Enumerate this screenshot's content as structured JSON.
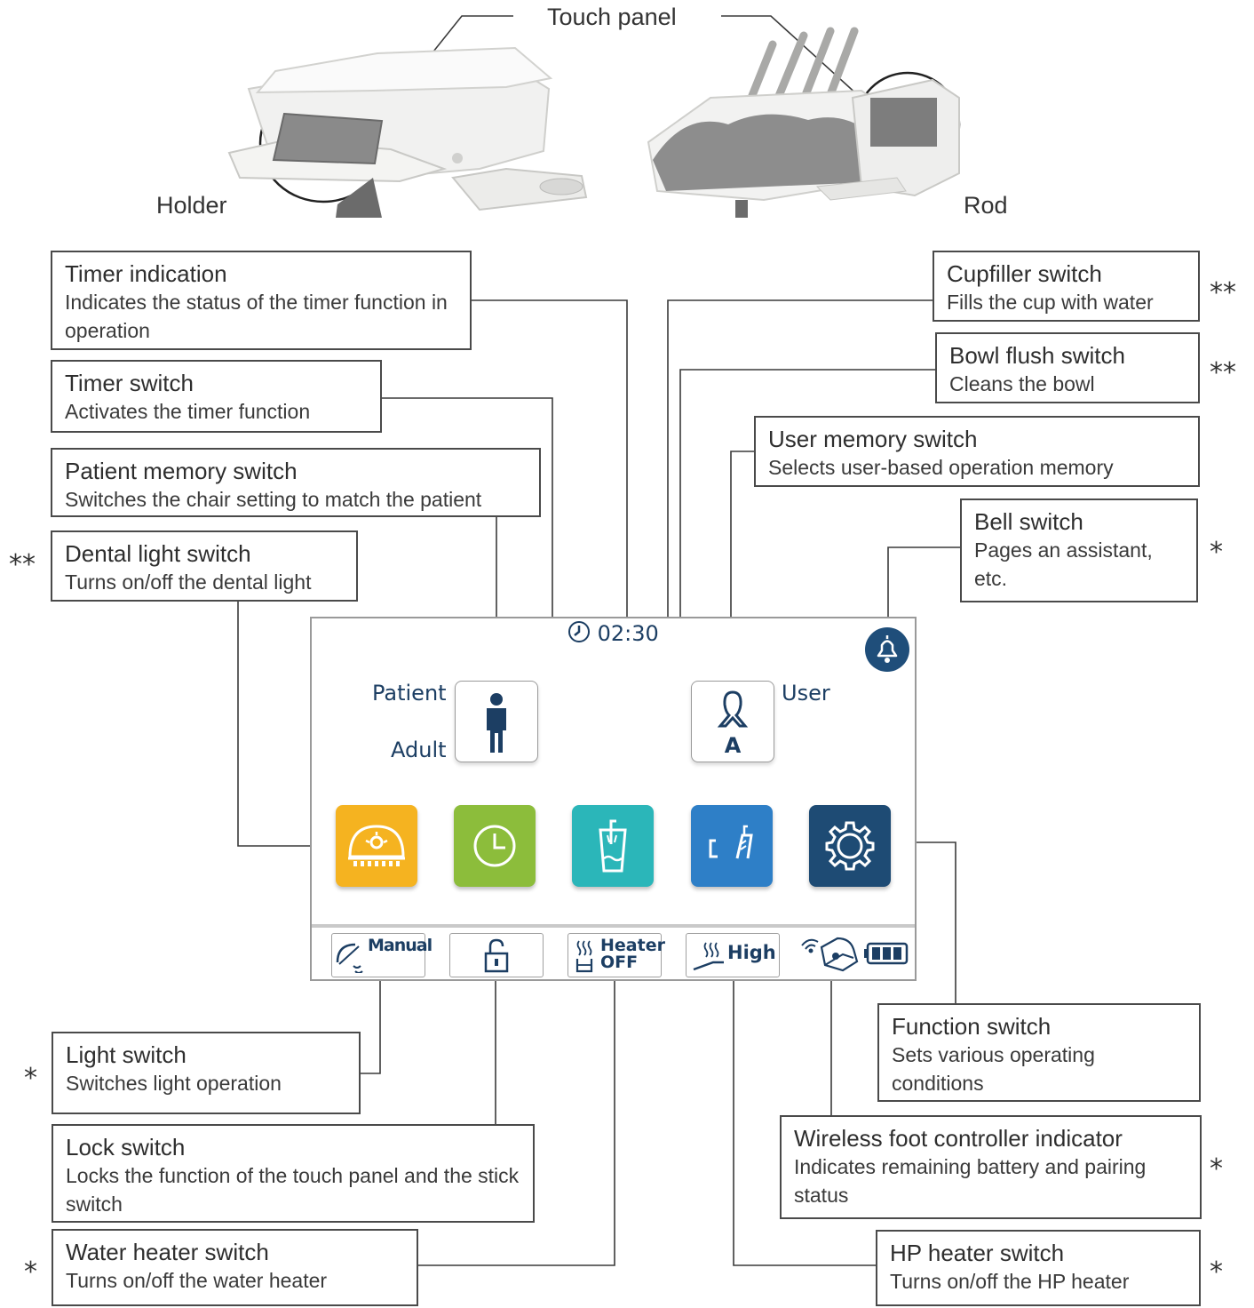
{
  "header": {
    "touch_panel": "Touch panel",
    "holder": "Holder",
    "rod": "Rod"
  },
  "screen": {
    "timer": "02:30",
    "patient_label": "Patient",
    "patient_type": "Adult",
    "user_label": "User",
    "user_letter": "A",
    "light_mode": "Manual",
    "heater_label": "Heater",
    "heater_state": "OFF",
    "hp_level": "High",
    "tile_colors": {
      "light": "#f5b320",
      "timer": "#8cbd3b",
      "cup": "#2bb6b9",
      "bowl": "#2e7fc7",
      "settings": "#1e4b74",
      "bell": "#1f4e7a"
    }
  },
  "callouts": {
    "timer_indication": {
      "title": "Timer indication",
      "desc": "Indicates the status of the timer function in operation"
    },
    "timer_switch": {
      "title": "Timer switch",
      "desc": "Activates the timer function"
    },
    "patient_memory": {
      "title": "Patient memory switch",
      "desc": "Switches the chair setting to match the patient"
    },
    "dental_light": {
      "title": "Dental light switch",
      "desc": "Turns on/off the dental light",
      "mark": "**"
    },
    "cupfiller": {
      "title": "Cupfiller switch",
      "desc": "Fills the cup with water",
      "mark": "**"
    },
    "bowl_flush": {
      "title": "Bowl flush switch",
      "desc": "Cleans the bowl",
      "mark": "**"
    },
    "user_memory": {
      "title": "User memory switch",
      "desc": "Selects user-based operation memory"
    },
    "bell": {
      "title": "Bell switch",
      "desc": "Pages an assistant, etc.",
      "mark": "*"
    },
    "light_switch": {
      "title": "Light switch",
      "desc": "Switches light operation",
      "mark": "*"
    },
    "lock": {
      "title": "Lock switch",
      "desc": "Locks the function of the touch panel and the stick switch"
    },
    "water_heater": {
      "title": "Water heater switch",
      "desc": "Turns on/off the water heater",
      "mark": "*"
    },
    "function": {
      "title": "Function switch",
      "desc": "Sets various operating conditions"
    },
    "wireless": {
      "title": "Wireless foot controller indicator",
      "desc": "Indicates remaining battery and pairing status",
      "mark": "*"
    },
    "hp_heater": {
      "title": "HP heater switch",
      "desc": "Turns on/off the HP heater",
      "mark": "*"
    }
  }
}
